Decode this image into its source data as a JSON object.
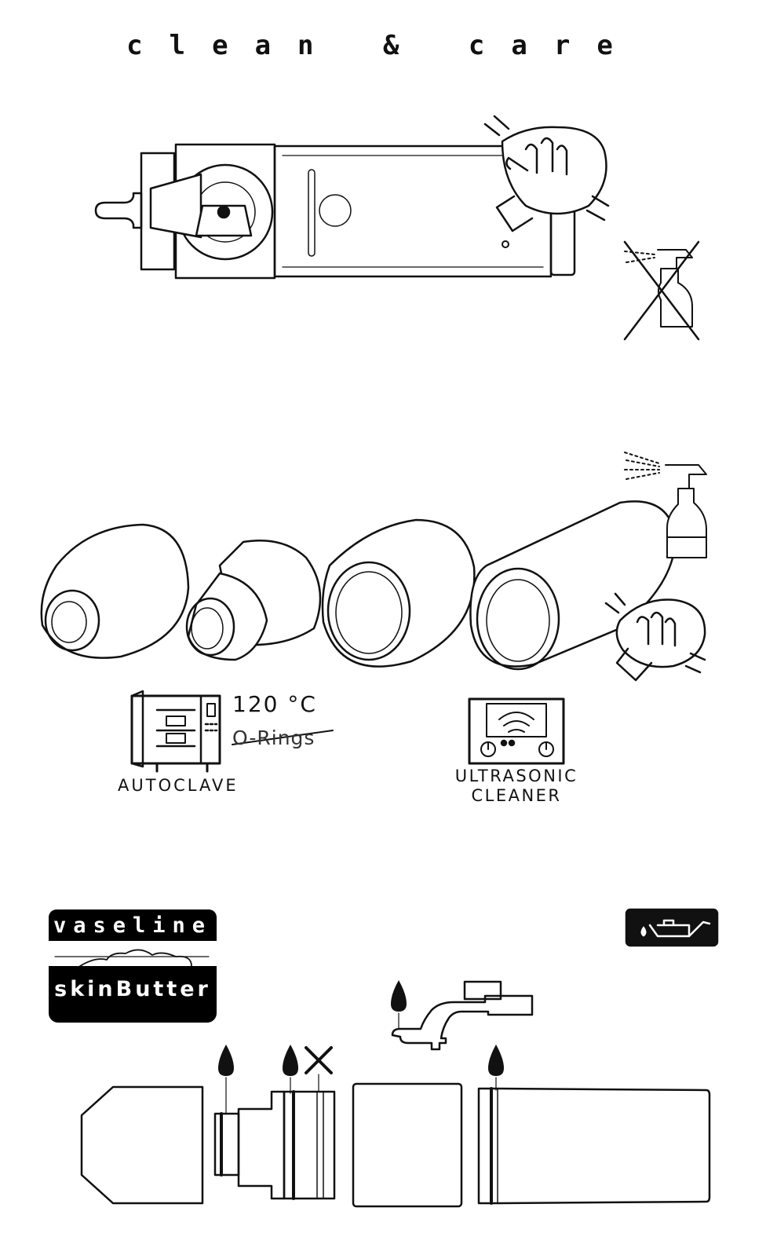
{
  "header": {
    "title": "clean & care"
  },
  "cleaning": {
    "temperature": "120 °C",
    "o_rings": "O-Rings",
    "autoclave": "AUTOCLAVE",
    "ultrasonic_line1": "ULTRASONIC",
    "ultrasonic_line2": "CLEANER"
  },
  "lubricants": {
    "vaseline": "vaseline",
    "skinbutter": "skinButter"
  },
  "icons": [
    "gloved-hand-wipe-icon",
    "no-spray-bottle-icon",
    "spray-bottle-icon",
    "autoclave-icon",
    "ultrasonic-cleaner-icon",
    "oil-can-icon",
    "oil-drop-icon",
    "cross-mark-icon"
  ]
}
